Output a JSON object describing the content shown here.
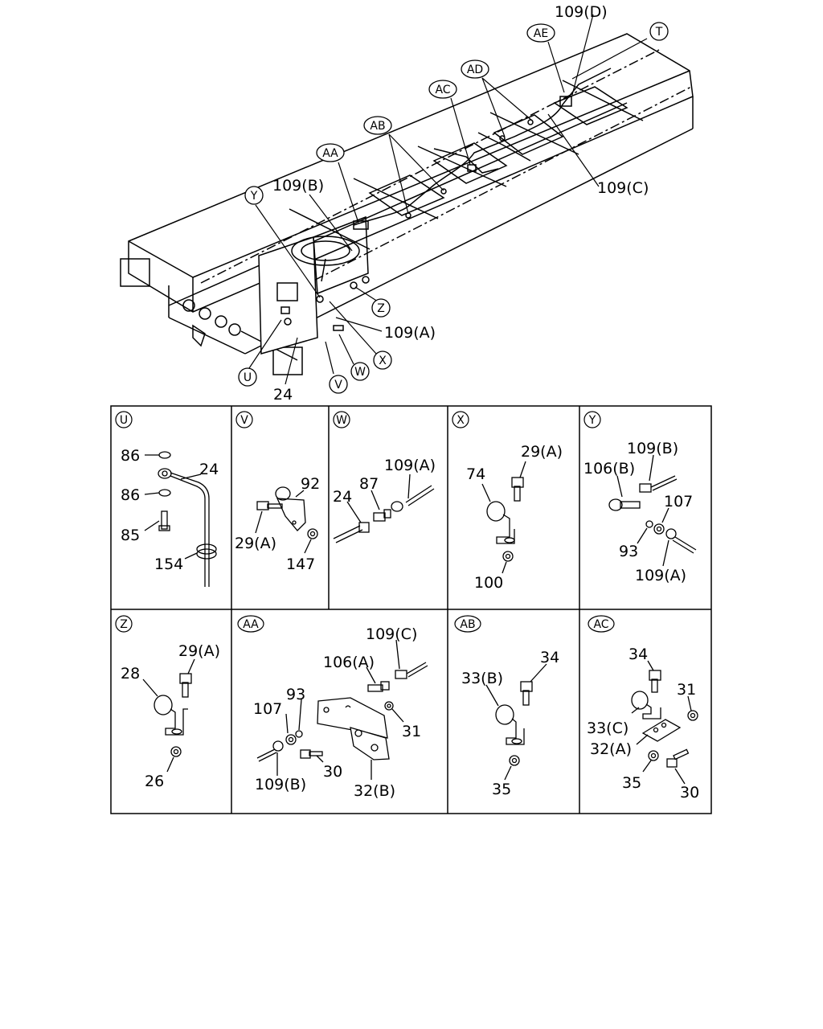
{
  "overview": {
    "callouts": {
      "T": "T",
      "AE": "AE",
      "AD": "AD",
      "AC": "AC",
      "AB": "AB",
      "AA": "AA",
      "Y": "Y",
      "Z": "Z",
      "X": "X",
      "W": "W",
      "V": "V",
      "U": "U"
    },
    "labels": {
      "d109": "109(D)",
      "c109": "109(C)",
      "b109": "109(B)",
      "a109": "109(A)",
      "p24": "24"
    }
  },
  "panels": {
    "U": {
      "tag": "U",
      "labels": [
        "86",
        "24",
        "86",
        "85",
        "154"
      ]
    },
    "V": {
      "tag": "V",
      "labels": [
        "92",
        "29(A)",
        "147"
      ]
    },
    "W": {
      "tag": "W",
      "labels": [
        "109(A)",
        "87",
        "24"
      ]
    },
    "X": {
      "tag": "X",
      "labels": [
        "29(A)",
        "74",
        "100"
      ]
    },
    "Y": {
      "tag": "Y",
      "labels": [
        "109(B)",
        "106(B)",
        "107",
        "93",
        "109(A)"
      ]
    },
    "Z": {
      "tag": "Z",
      "labels": [
        "29(A)",
        "28",
        "26"
      ]
    },
    "AA": {
      "tag": "AA",
      "labels": [
        "109(C)",
        "106(A)",
        "93",
        "107",
        "31",
        "30",
        "109(B)",
        "32(B)"
      ]
    },
    "AB": {
      "tag": "AB",
      "labels": [
        "34",
        "33(B)",
        "35"
      ]
    },
    "AC": {
      "tag": "AC",
      "labels": [
        "34",
        "31",
        "33(C)",
        "32(A)",
        "35",
        "30"
      ]
    }
  }
}
